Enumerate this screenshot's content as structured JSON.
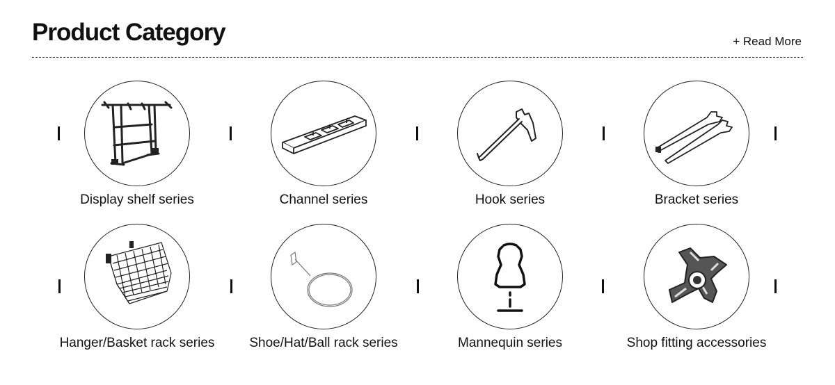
{
  "header": {
    "title": "Product Category",
    "read_more": "+ Read More"
  },
  "categories": [
    {
      "label": "Display shelf series",
      "icon": "display-shelf-icon"
    },
    {
      "label": "Channel series",
      "icon": "channel-icon"
    },
    {
      "label": "Hook series",
      "icon": "hook-icon"
    },
    {
      "label": "Bracket series",
      "icon": "bracket-icon"
    },
    {
      "label": "Hanger/Basket rack series",
      "icon": "basket-icon"
    },
    {
      "label": "Shoe/Hat/Ball rack series",
      "icon": "ball-rack-icon"
    },
    {
      "label": "Mannequin series",
      "icon": "mannequin-icon"
    },
    {
      "label": "Shop fitting accessories",
      "icon": "accessory-icon"
    }
  ]
}
